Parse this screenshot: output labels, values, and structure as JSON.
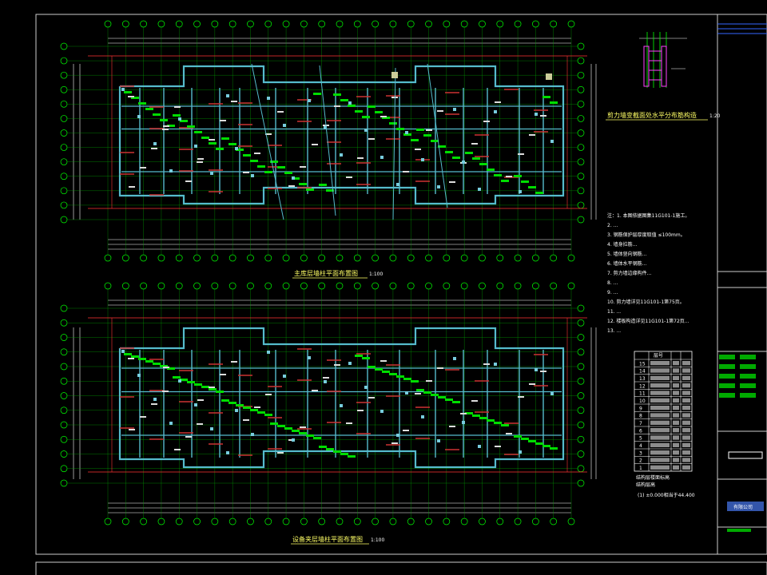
{
  "drawing": {
    "upper_plan_title": "主库层墙柱平面布置图",
    "upper_plan_scale": "1:100",
    "lower_plan_title": "设备夹层墙柱平面布置图",
    "lower_plan_scale": "1:100",
    "detail_title": "剪力墙变截面处水平分布筋构造",
    "detail_scale": "1:20"
  },
  "notes": {
    "lines": [
      "注：1. 本图依据图集11G101-1施工。",
      "2. ...",
      "3. 钢筋保护层厚度取值 ≤100mm。",
      "4. 墙身拉筋...",
      "5. 墙体竖向钢筋...",
      "6. 墙体水平钢筋...",
      "7. 剪力墙边缘构件...",
      "8. ...",
      "9. ...",
      "10. 剪力墙详见11G101-1第75页。",
      "11. ...",
      "12. 楼板构造详见11G101-1第72页...",
      "13. ..."
    ]
  },
  "floor_table": {
    "header": "层号",
    "rows": [
      {
        "floor": "15"
      },
      {
        "floor": "14"
      },
      {
        "floor": "13"
      },
      {
        "floor": "12"
      },
      {
        "floor": "11"
      },
      {
        "floor": "10"
      },
      {
        "floor": "9"
      },
      {
        "floor": "8"
      },
      {
        "floor": "7"
      },
      {
        "floor": "6"
      },
      {
        "floor": "5"
      },
      {
        "floor": "4"
      },
      {
        "floor": "3"
      },
      {
        "floor": "2"
      },
      {
        "floor": "1"
      }
    ],
    "footer_label": "结构层楼面标高",
    "footer_sub": "结构层高",
    "elevation_note": "(1) ±0.000相当于44.400"
  },
  "title_block": {
    "company": "有限公司",
    "fields": [
      "",
      "",
      "",
      "",
      "",
      ""
    ]
  }
}
